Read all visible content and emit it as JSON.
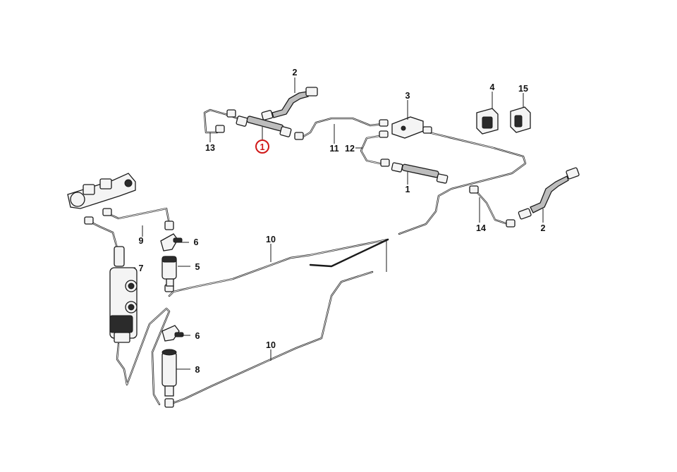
{
  "diagram": {
    "highlight_color": "#d01818",
    "callouts": {
      "c1_highlighted": "1",
      "c1_rear": "1",
      "c2_top": "2",
      "c2_right": "2",
      "c3": "3",
      "c4": "4",
      "c5": "5",
      "c6_upper": "6",
      "c6_lower": "6",
      "c7": "7",
      "c8": "8",
      "c9": "9",
      "c10_upper": "10",
      "c10_lower": "10",
      "c11": "11",
      "c12": "12",
      "c13": "13",
      "c14": "14",
      "c15": "15"
    }
  }
}
